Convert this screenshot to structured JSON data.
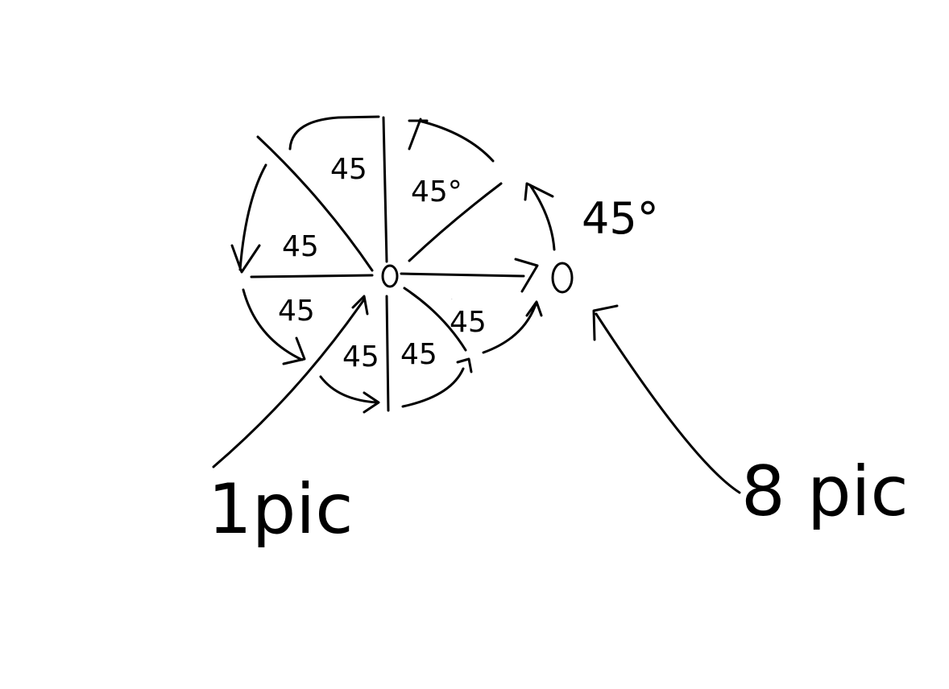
{
  "diagram": {
    "sector_labels": [
      "45",
      "45°",
      "45",
      "45",
      "45",
      "45",
      "45",
      "45"
    ],
    "side_angle_label": "45°",
    "start_caption": "1pic",
    "end_caption": "8 pic"
  }
}
